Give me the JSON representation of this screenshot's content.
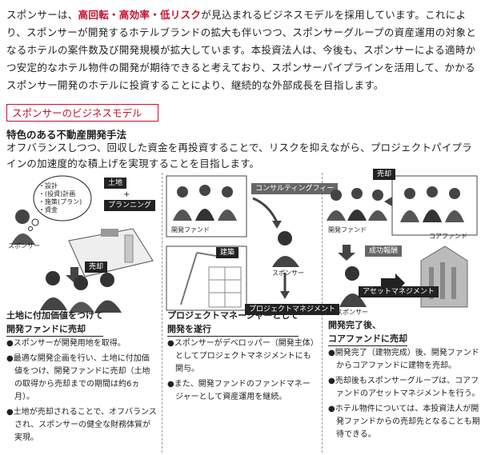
{
  "intro": {
    "part1": "スポンサーは、",
    "highlight": "高回転・高効率・低リスク",
    "part2": "が見込まれるビジネスモデルを採用しています。これにより、スポンサーが開発するホテルブランドの拡大も伴いつつ、スポンサーグループの資産運用の対象となるホテルの案件数及び開発規模が拡大しています。本投資法人は、今後も、スポンサーによる適時かつ安定的なホテル物件の開発が期待できると考えており、スポンサーパイプラインを活用して、かかるスポンサー開発のホテルに投資することにより、継続的な外部成長を目指します。"
  },
  "section_title": "スポンサーのビジネスモデル",
  "subhead": "特色のある不動産開発手法",
  "lead": "オフバランスしつつ、回収した資金を再投資することで、リスクを抑えながら、プロジェクトパイプラインの加速度的な積上げを実現することを目指します。",
  "panel1": {
    "thought": [
      "・設計",
      "・(投資)計画",
      "・施策(プラン)",
      "・資金"
    ],
    "tag_land": "土地",
    "plus": "+",
    "tag_planning": "プランニング",
    "sponsor": "スポンサー",
    "tag_sale": "売却",
    "title": [
      "土地に付加価値をつけて",
      "開発ファンドに売却"
    ],
    "bullets": [
      "●スポンサーが開発用地を取得。",
      "●最適な開発企画を行い、土地に付加価値をつけ、開発ファンドに売却（土地の取得から売却までの期間は約6ヵ月）。",
      "●土地が売却されることで、オフバランスされ、スポンサーの健全な財務体質が実現。"
    ]
  },
  "panel2": {
    "dev_fund": "開発ファンド",
    "tag_consulting": "コンサルティングフィー",
    "tag_construction": "建築",
    "sponsor": "スポンサー",
    "tag_pm": "プロジェクトマネジメント",
    "title": [
      "プロジェクトマネージャーとして",
      "開発を遂行"
    ],
    "bullets": [
      "●スポンサーがデベロッパー（開発主体）としてプロジェクトマネジメントにも関与。",
      "●また、開発ファンドのファンドマネージャーとして資産運用を継続。"
    ]
  },
  "panel3": {
    "tag_sale": "売却",
    "dev_fund": "開発ファンド",
    "core_fund": "コアファンド",
    "tag_fee": "成功報酬",
    "tag_am": "アセットマネジメント",
    "sponsor": "スポンサー",
    "title": [
      "開発完了後、",
      "コアファンドに売却"
    ],
    "bullets": [
      "●開発完了（建物完成）後、開発ファンドからコアファンドに建物を売却。",
      "●売却後もスポンサーグループは、コアファンドのアセットマネジメントを行う。",
      "●ホテル物件については、本投資法人が開発ファンドからの売却先となることも期待できる。"
    ]
  }
}
